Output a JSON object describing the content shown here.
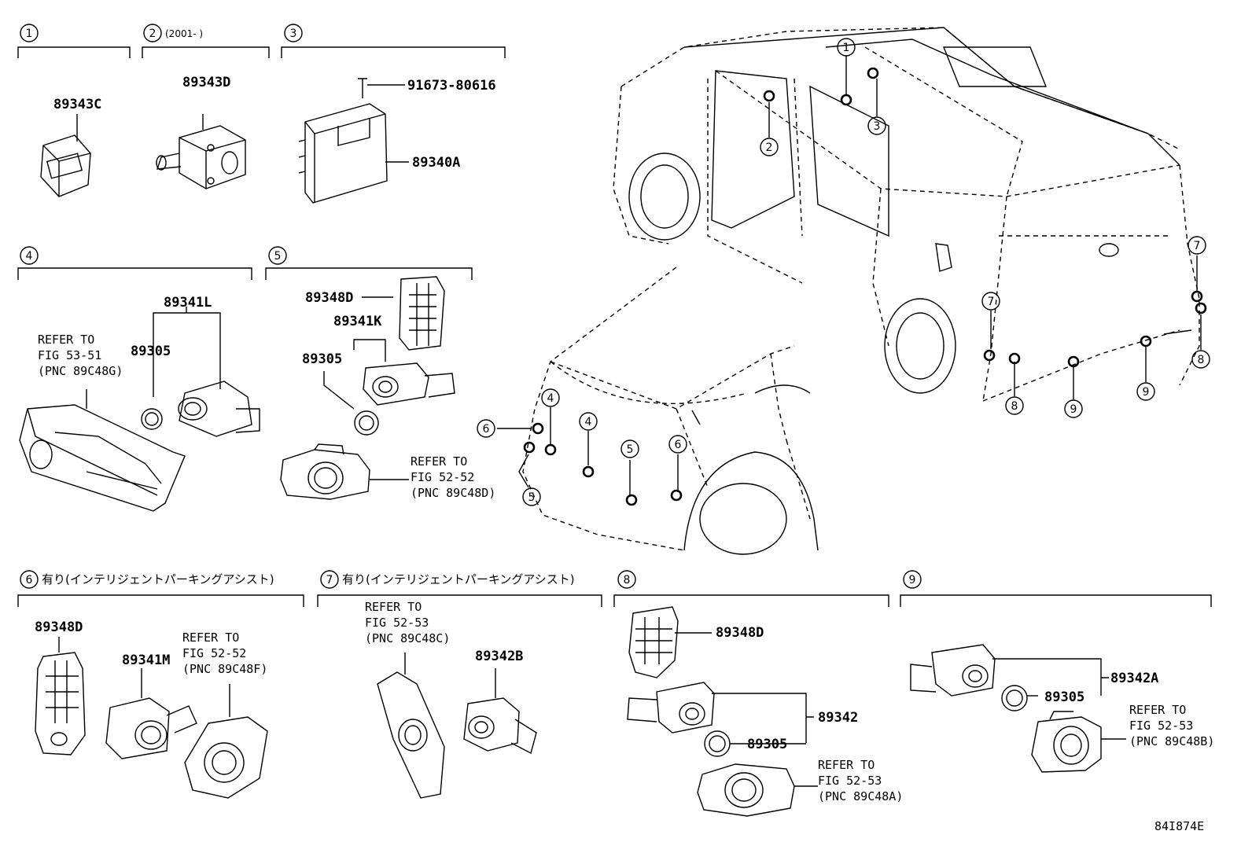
{
  "sections": [
    {
      "num": "1",
      "note": ""
    },
    {
      "num": "2",
      "note": "(2001-      )"
    },
    {
      "num": "3",
      "note": ""
    },
    {
      "num": "4",
      "note": ""
    },
    {
      "num": "5",
      "note": ""
    },
    {
      "num": "6",
      "note": "有り(インテリジェントパーキングアシスト)"
    },
    {
      "num": "7",
      "note": "有り(インテリジェントパーキングアシスト)"
    },
    {
      "num": "8",
      "note": ""
    },
    {
      "num": "9",
      "note": ""
    }
  ],
  "parts": {
    "s1_a": "89343C",
    "s2_a": "89343D",
    "s3_a": "91673-80616",
    "s3_b": "89340A",
    "s4_a": "89341L",
    "s4_b": "89305",
    "s4_ref": [
      "REFER TO",
      "FIG 53-51",
      "(PNC 89C48G)"
    ],
    "s5_a": "89348D",
    "s5_b": "89341K",
    "s5_c": "89305",
    "s5_ref": [
      "REFER TO",
      "FIG 52-52",
      "(PNC 89C48D)"
    ],
    "s6_a": "89348D",
    "s6_b": "89341M",
    "s6_ref": [
      "REFER TO",
      "FIG 52-52",
      "(PNC 89C48F)"
    ],
    "s7_a": "89342B",
    "s7_ref": [
      "REFER TO",
      "FIG 52-53",
      "(PNC 89C48C)"
    ],
    "s8_a": "89348D",
    "s8_b": "89342",
    "s8_c": "89305",
    "s8_ref": [
      "REFER TO",
      "FIG 52-53",
      "(PNC 89C48A)"
    ],
    "s9_a": "89342A",
    "s9_b": "89305",
    "s9_ref": [
      "REFER TO",
      "FIG 52-53",
      "(PNC 89C48B)"
    ]
  },
  "callouts": [
    "1",
    "2",
    "3",
    "4",
    "4",
    "5",
    "5",
    "6",
    "6",
    "7",
    "7",
    "8",
    "8",
    "9",
    "9"
  ],
  "figure_code": "84I874E",
  "colors": {
    "line": "#000000",
    "background": "#ffffff"
  }
}
